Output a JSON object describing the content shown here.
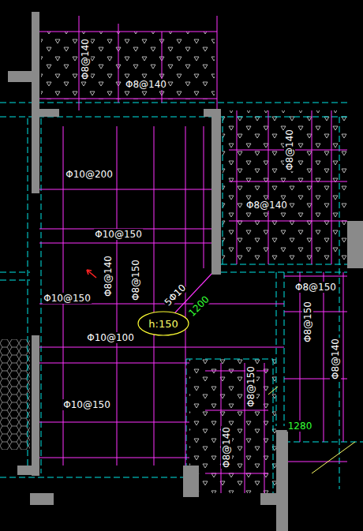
{
  "diagram": {
    "nodes": [
      {
        "text": [
          "h:150"
        ]
      }
    ],
    "labels": [
      "Φ8@140",
      "Φ8@140",
      "Φ8@140",
      "Φ8@140",
      "Φ10@200",
      "Φ10@150",
      "Φ8@140",
      "Φ8@150",
      "Φ10@150",
      "5Φ10",
      "1200",
      "Φ10@100",
      "Φ8@150",
      "Φ8@150",
      "Φ8@140",
      "Φ8@150",
      "Φ10@150",
      "1280",
      "Φ8@140"
    ]
  }
}
